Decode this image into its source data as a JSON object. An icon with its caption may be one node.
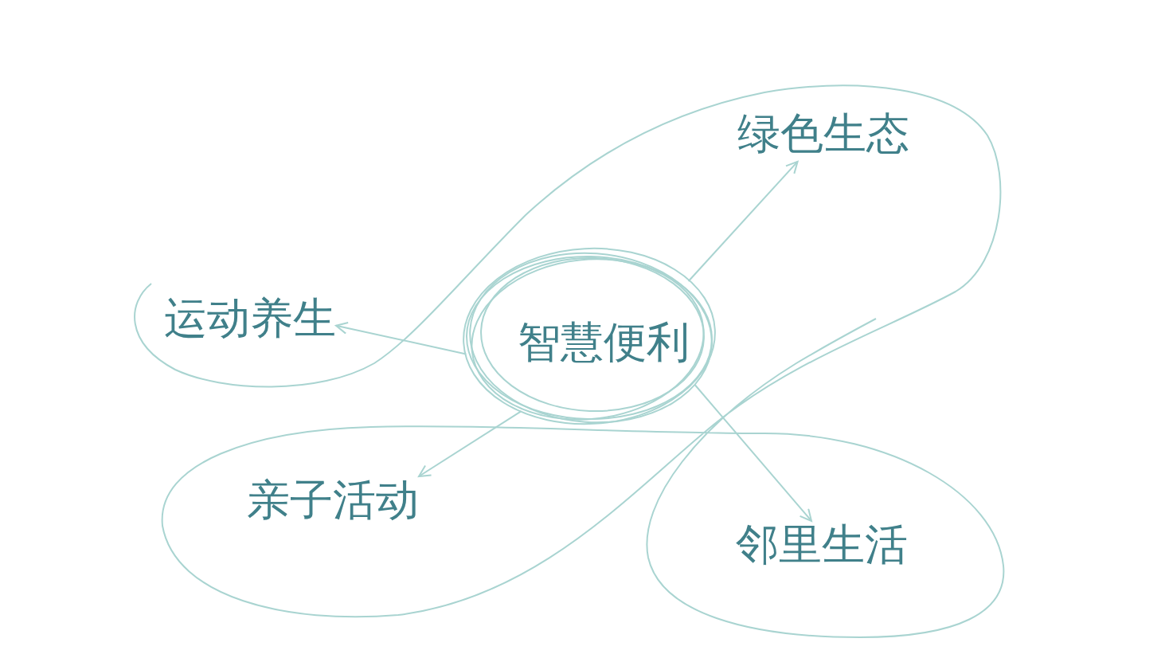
{
  "diagram": {
    "nodes": [
      {
        "text": [
          "智慧便利"
        ]
      },
      {
        "text": [
          "绿色生态"
        ]
      },
      {
        "text": [
          "运动养生"
        ]
      },
      {
        "text": [
          "亲子活动"
        ]
      },
      {
        "text": [
          "邻里生活"
        ]
      }
    ],
    "edges": [
      {
        "from": 0,
        "to": 1,
        "arrow": "to"
      },
      {
        "from": 0,
        "to": 2,
        "arrow": "to"
      },
      {
        "from": 0,
        "to": 3,
        "arrow": "to"
      },
      {
        "from": 0,
        "to": 4,
        "arrow": "to"
      }
    ]
  }
}
